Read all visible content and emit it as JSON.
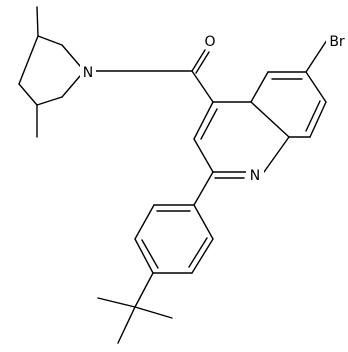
{
  "labels": {
    "oxygen": "O",
    "bromine": "Br",
    "quinoline_nitrogen": "N",
    "piperidine_nitrogen": "N"
  }
}
